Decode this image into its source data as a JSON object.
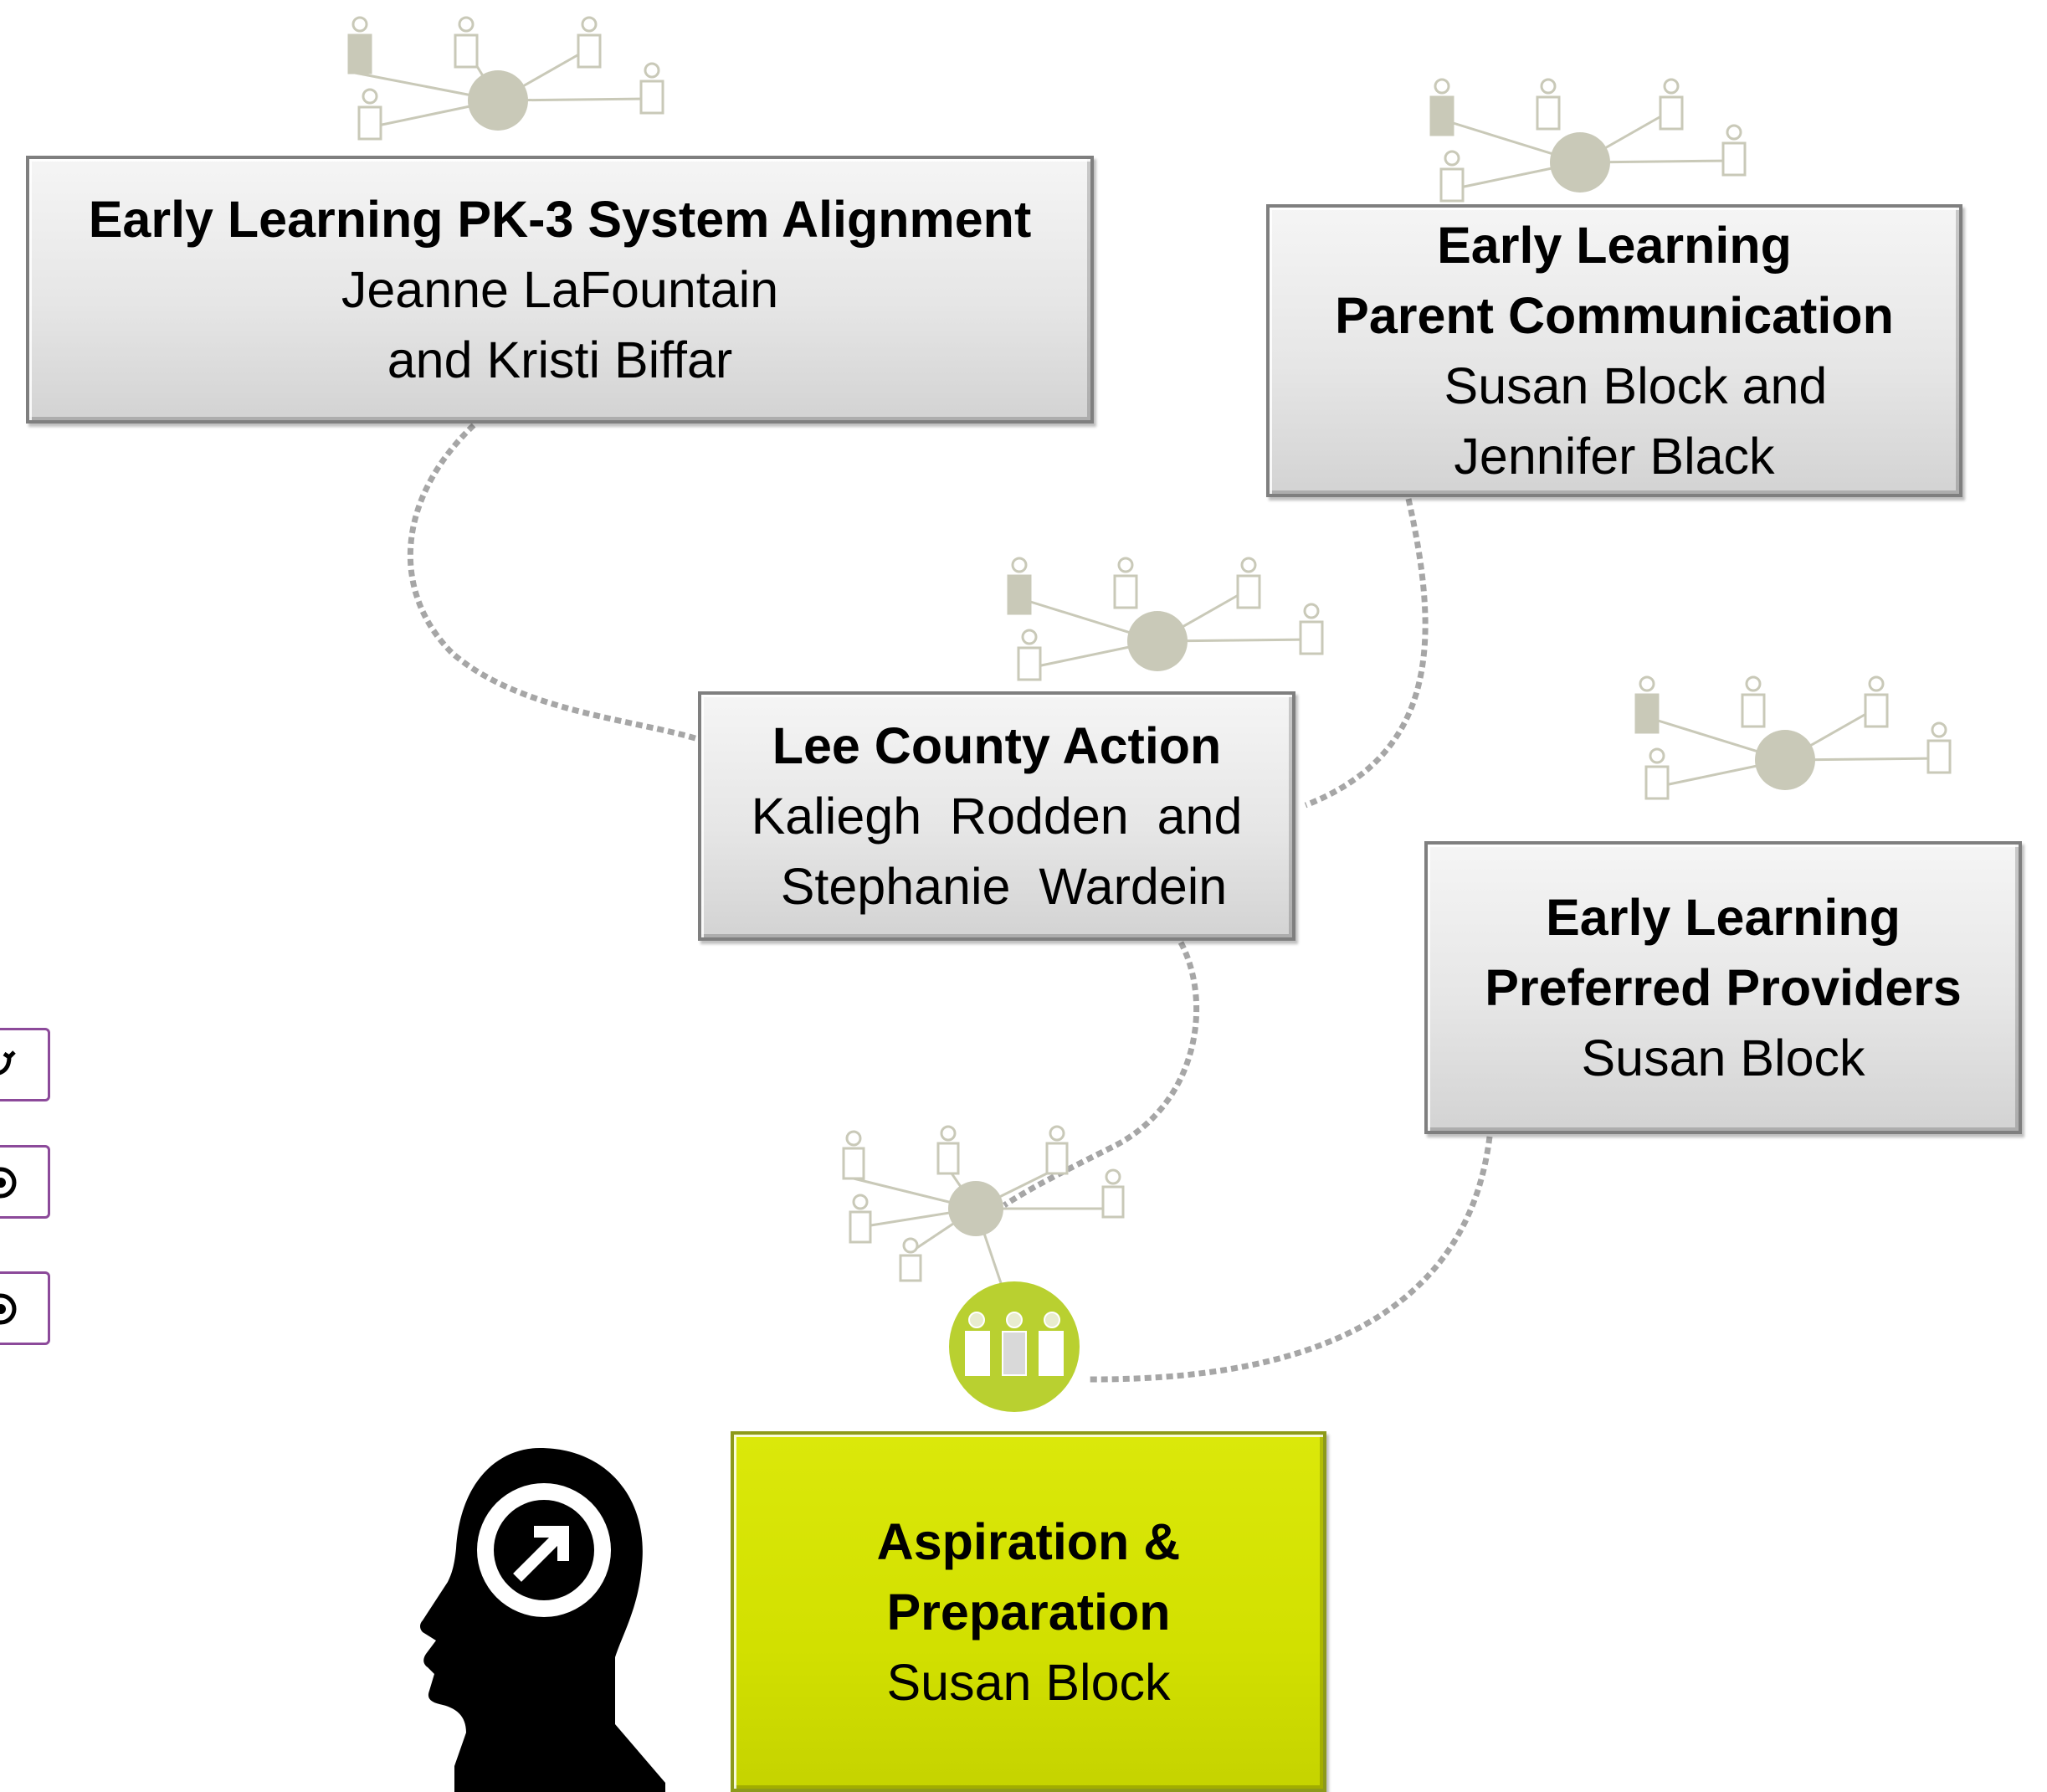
{
  "colors": {
    "box_fill": "#e6e6e6",
    "box_border": "#7f7f7f",
    "highlight_fill": "#d2e000",
    "connector": "#a6a6a6",
    "network": "#c9c9b8",
    "team_circle": "#b9d030",
    "side_button_border": "#8c4a9a",
    "head_icon": "#000000"
  },
  "boxes": {
    "pk3": {
      "title": "Early Learning PK-3 System Alignment",
      "line1": "Jeanne LaFountain",
      "line2": "and Kristi Biffar"
    },
    "parent": {
      "title1": "Early Learning",
      "title2": "Parent Communication",
      "line1": "   Susan Block and",
      "line2": "Jennifer Black"
    },
    "lee": {
      "title": " Lee County  Action",
      "line1": "Kaliegh  Rodden  and",
      "line2": " Stephanie  Wardein"
    },
    "providers": {
      "title1": "Early Learning",
      "title2": "Preferred Providers",
      "line1": "Susan Block"
    },
    "aspiration": {
      "title1": "Aspiration &",
      "title2": "Preparation",
      "line1": "Susan Block"
    }
  },
  "icons": {
    "network": "people-network-icon",
    "team": "team-people-icon",
    "head": "head-target-icon",
    "side_1": "refresh-arrows-icon",
    "side_2": "target-icon",
    "side_3": "target-icon"
  }
}
